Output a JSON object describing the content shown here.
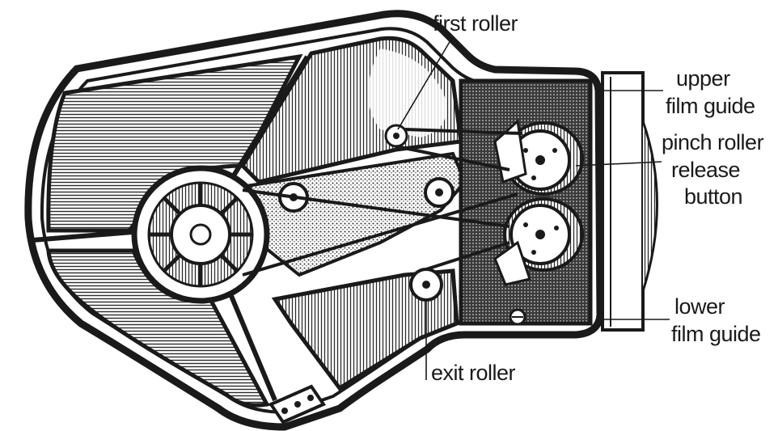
{
  "labels": {
    "first_roller": "first roller",
    "upper_film_guide_1": "upper",
    "upper_film_guide_2": "film guide",
    "pinch_roller_1": "pinch roller",
    "pinch_roller_2": "release",
    "pinch_roller_3": "button",
    "lower_film_guide_1": "lower",
    "lower_film_guide_2": "film guide",
    "exit_roller": "exit roller"
  },
  "colors": {
    "ink": "#1a1a1a",
    "paper": "#ffffff",
    "hatch": "#2b2b2b"
  }
}
